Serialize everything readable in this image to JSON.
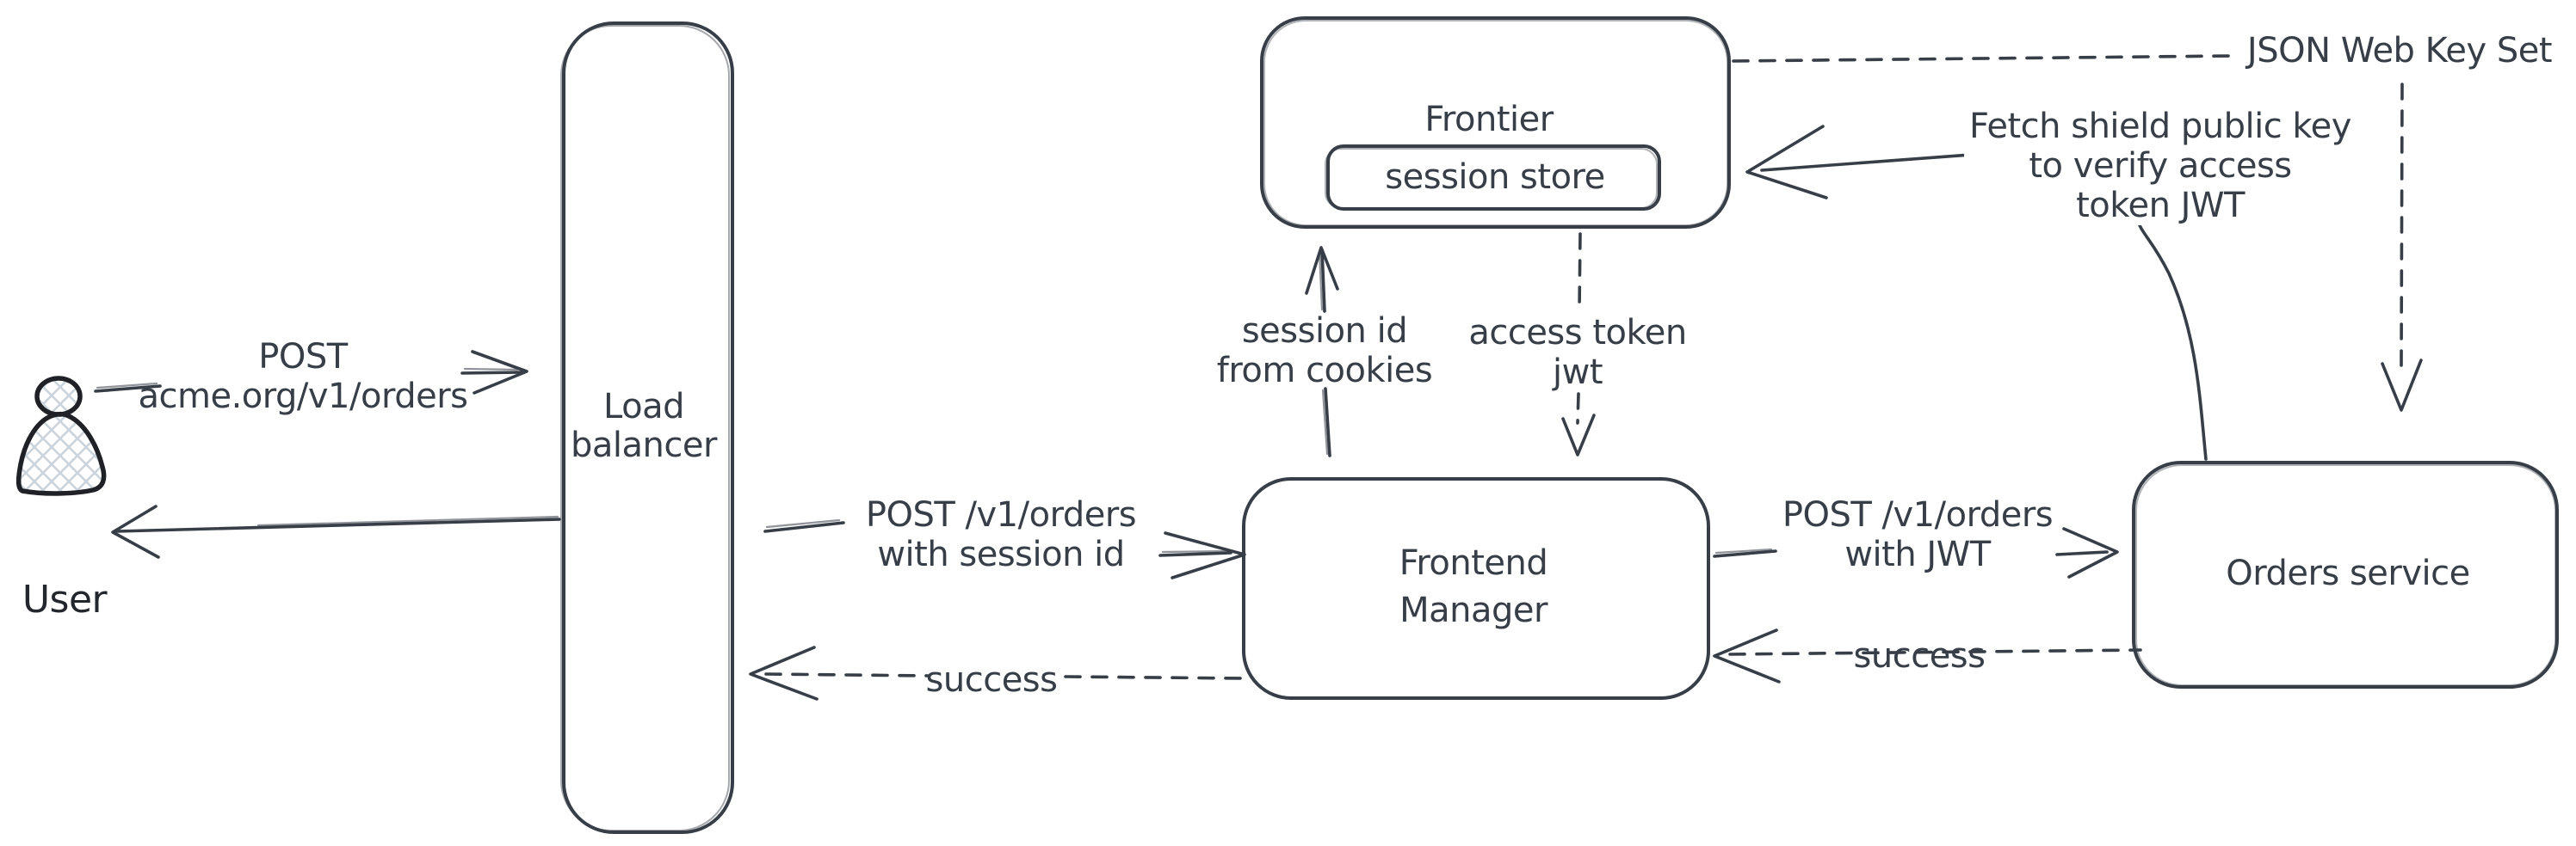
{
  "diagram": {
    "nodes": {
      "user": {
        "label": "User"
      },
      "load_balancer": {
        "line1": "Load",
        "line2": "balancer"
      },
      "frontier": {
        "label": "Frontier"
      },
      "session_store": {
        "label": "session store"
      },
      "frontend_manager": {
        "line1": "Frontend",
        "line2": "Manager"
      },
      "orders_service": {
        "label": "Orders service"
      }
    },
    "edges": {
      "user_to_lb": {
        "line1": "POST",
        "line2": "acme.org/v1/orders"
      },
      "lb_to_fm": {
        "line1": "POST /v1/orders",
        "line2": "with session id"
      },
      "fm_to_lb": {
        "label": "success"
      },
      "fm_to_frontier": {
        "line1": "session id",
        "line2": "from cookies"
      },
      "frontier_to_fm": {
        "line1": "access token",
        "line2": "jwt"
      },
      "fm_to_orders": {
        "line1": "POST /v1/orders",
        "line2": "with JWT"
      },
      "orders_to_fm": {
        "label": "success"
      },
      "orders_to_frontier": {
        "line1": "Fetch shield public key",
        "line2": "to verify access",
        "line3": "token JWT"
      },
      "jwks": {
        "label": "JSON Web Key Set"
      }
    },
    "colors": {
      "stroke": "#373e48",
      "user_outline": "#1f2126",
      "hatch": "#cbd4dc",
      "background": "#ffffff"
    }
  }
}
